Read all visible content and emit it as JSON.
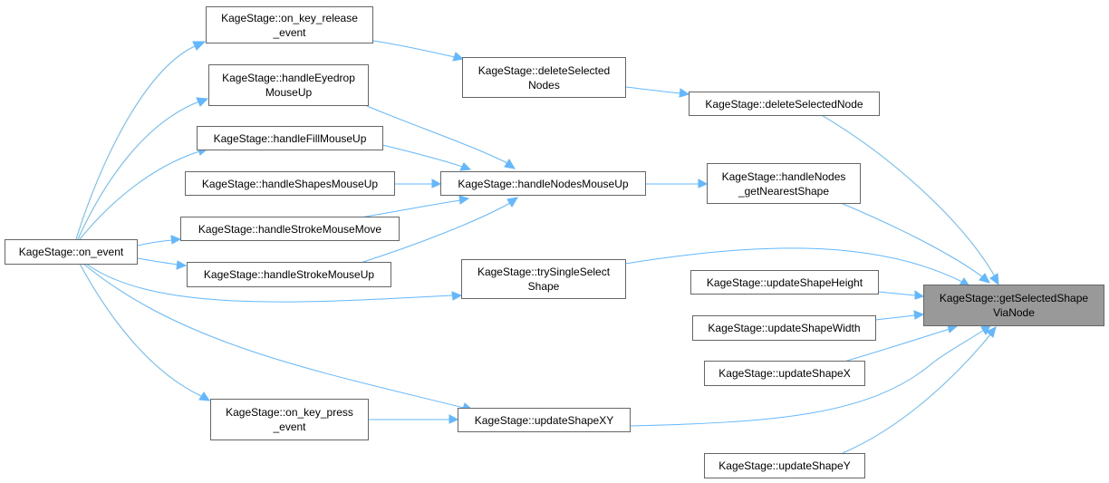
{
  "graph": {
    "edge_color": "#63b8ff",
    "node_border_color": "#666666",
    "highlight_fill": "#999999",
    "nodes": [
      {
        "id": "on_event",
        "label": "KageStage::on_event"
      },
      {
        "id": "on_key_release",
        "label": "KageStage::on_key_release\n_event"
      },
      {
        "id": "eyedrop",
        "label": "KageStage::handleEyedrop\nMouseUp"
      },
      {
        "id": "fill",
        "label": "KageStage::handleFillMouseUp"
      },
      {
        "id": "shapes",
        "label": "KageStage::handleShapesMouseUp"
      },
      {
        "id": "stroke_move",
        "label": "KageStage::handleStrokeMouseMove"
      },
      {
        "id": "stroke_up",
        "label": "KageStage::handleStrokeMouseUp"
      },
      {
        "id": "on_key_press",
        "label": "KageStage::on_key_press\n_event"
      },
      {
        "id": "delete_nodes",
        "label": "KageStage::deleteSelected\nNodes"
      },
      {
        "id": "nodes_mouse_up",
        "label": "KageStage::handleNodesMouseUp"
      },
      {
        "id": "try_single",
        "label": "KageStage::trySingleSelect\nShape"
      },
      {
        "id": "update_xy",
        "label": "KageStage::updateShapeXY"
      },
      {
        "id": "delete_node",
        "label": "KageStage::deleteSelectedNode"
      },
      {
        "id": "nearest",
        "label": "KageStage::handleNodes\n_getNearestShape"
      },
      {
        "id": "height",
        "label": "KageStage::updateShapeHeight"
      },
      {
        "id": "width",
        "label": "KageStage::updateShapeWidth"
      },
      {
        "id": "shape_x",
        "label": "KageStage::updateShapeX"
      },
      {
        "id": "shape_y",
        "label": "KageStage::updateShapeY"
      },
      {
        "id": "target",
        "label": "KageStage::getSelectedShape\nViaNode",
        "highlight": true
      }
    ],
    "edges": [
      {
        "from": "on_event",
        "to": "on_key_release"
      },
      {
        "from": "on_event",
        "to": "eyedrop"
      },
      {
        "from": "on_event",
        "to": "fill"
      },
      {
        "from": "on_event",
        "to": "stroke_move"
      },
      {
        "from": "on_event",
        "to": "stroke_up"
      },
      {
        "from": "on_event",
        "to": "try_single"
      },
      {
        "from": "on_event",
        "to": "on_key_press"
      },
      {
        "from": "on_event",
        "to": "update_xy"
      },
      {
        "from": "on_key_release",
        "to": "delete_nodes"
      },
      {
        "from": "delete_nodes",
        "to": "delete_node"
      },
      {
        "from": "eyedrop",
        "to": "nodes_mouse_up"
      },
      {
        "from": "fill",
        "to": "nodes_mouse_up"
      },
      {
        "from": "shapes",
        "to": "nodes_mouse_up"
      },
      {
        "from": "stroke_move",
        "to": "nodes_mouse_up"
      },
      {
        "from": "stroke_up",
        "to": "nodes_mouse_up"
      },
      {
        "from": "nodes_mouse_up",
        "to": "nearest"
      },
      {
        "from": "on_key_press",
        "to": "update_xy"
      },
      {
        "from": "delete_node",
        "to": "target"
      },
      {
        "from": "nearest",
        "to": "target"
      },
      {
        "from": "try_single",
        "to": "target"
      },
      {
        "from": "height",
        "to": "target"
      },
      {
        "from": "width",
        "to": "target"
      },
      {
        "from": "shape_x",
        "to": "target"
      },
      {
        "from": "update_xy",
        "to": "target"
      },
      {
        "from": "shape_y",
        "to": "target"
      }
    ]
  }
}
